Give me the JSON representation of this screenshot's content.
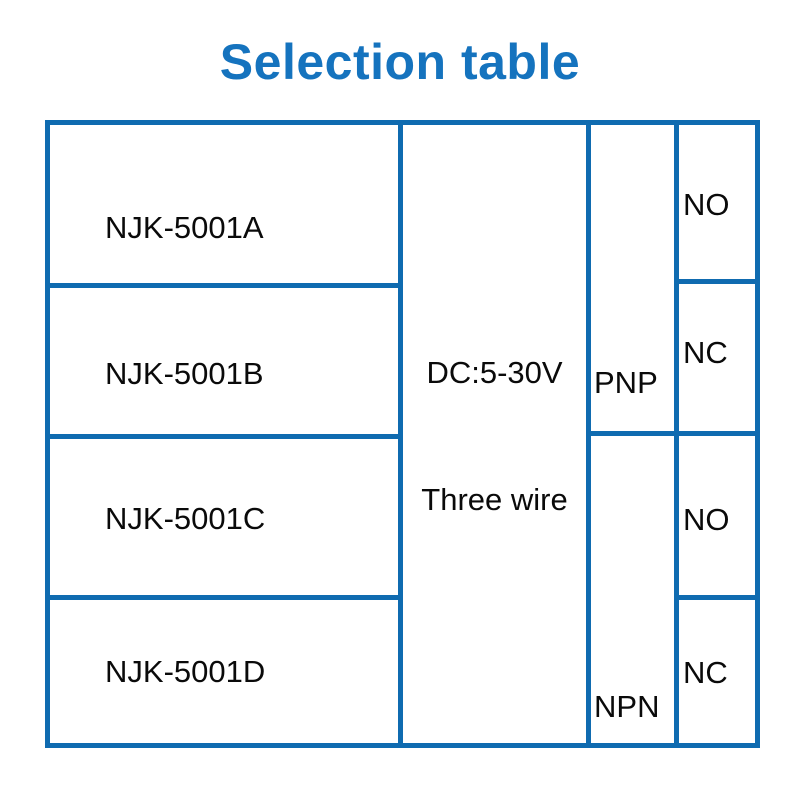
{
  "title": "Selection table",
  "colors": {
    "title": "#1573be",
    "grid_line": "#0f6bb0",
    "cell_text": "#0a0a0a",
    "background": "#ffffff"
  },
  "table": {
    "columns": [
      {
        "key": "model",
        "name": "model-column"
      },
      {
        "key": "spec",
        "name": "specification-column"
      },
      {
        "key": "output",
        "name": "output-type-column"
      },
      {
        "key": "contact",
        "name": "contact-type-column"
      }
    ],
    "models": [
      {
        "label": "NJK-5001A"
      },
      {
        "label": "NJK-5001B"
      },
      {
        "label": "NJK-5001C"
      },
      {
        "label": "NJK-5001D"
      }
    ],
    "spec": {
      "voltage": "DC:5-30V",
      "wiring": "Three wire"
    },
    "output_types": [
      {
        "label": "PNP"
      },
      {
        "label": "NPN"
      }
    ],
    "contacts": [
      {
        "label": "NO"
      },
      {
        "label": "NC"
      },
      {
        "label": "NO"
      },
      {
        "label": "NC"
      }
    ],
    "rows": [
      {
        "model": "NJK-5001A",
        "spec_voltage": "DC:5-30V",
        "spec_wiring": "Three wire",
        "output": "PNP",
        "contact": "NO"
      },
      {
        "model": "NJK-5001B",
        "spec_voltage": "DC:5-30V",
        "spec_wiring": "Three wire",
        "output": "PNP",
        "contact": "NC"
      },
      {
        "model": "NJK-5001C",
        "spec_voltage": "DC:5-30V",
        "spec_wiring": "Three wire",
        "output": "NPN",
        "contact": "NO"
      },
      {
        "model": "NJK-5001D",
        "spec_voltage": "DC:5-30V",
        "spec_wiring": "Three wire",
        "output": "NPN",
        "contact": "NC"
      }
    ]
  }
}
